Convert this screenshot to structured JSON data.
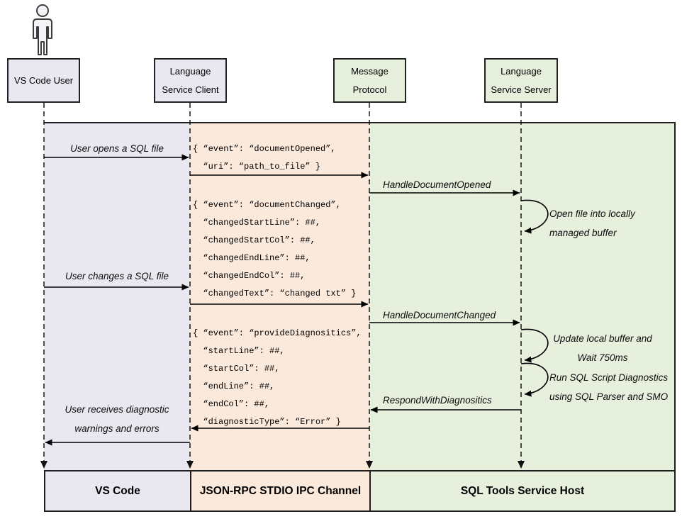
{
  "colors": {
    "lavender": "#E9E8F0",
    "peach": "#FBE9DC",
    "green": "#E7EFDD"
  },
  "actors": {
    "user": {
      "title": "VS Code User"
    },
    "client": {
      "line1": "Language",
      "line2": "Service Client"
    },
    "protocol": {
      "line1": "Message",
      "line2": "Protocol"
    },
    "server": {
      "line1": "Language",
      "line2": "Service Server"
    }
  },
  "labels": {
    "open_file": "User opens a SQL file",
    "change_file": "User changes a SQL file",
    "receive_line1": "User receives diagnostic",
    "receive_line2": "warnings and errors",
    "handle_opened": "HandleDocumentOpened",
    "handle_changed": "HandleDocumentChanged",
    "respond_diagnostics": "RespondWithDiagnositics",
    "note_open_line1": "Open file into locally",
    "note_open_line2": "managed buffer",
    "note_update_line1": "Update local buffer and",
    "note_update_line2": "Wait 750ms",
    "note_run_line1": "Run SQL Script Diagnostics",
    "note_run_line2": "using SQL Parser and SMO"
  },
  "json_messages": {
    "document_opened": {
      "lines": [
        "{ “event”: “documentOpened”,",
        "  “uri”: “path_to_file” }"
      ]
    },
    "document_changed": {
      "lines": [
        "{ “event”: “documentChanged”,",
        "  “changedStartLine”: ##,",
        "  “changedStartCol”: ##,",
        "  “changedEndLine”: ##,",
        "  “changedEndCol”: ##,",
        "  “changedText”: “changed txt” }"
      ]
    },
    "provide_diagnostics": {
      "lines": [
        "{ “event”: “provideDiagnositics”,",
        "  “startLine”: ##,",
        "  “startCol”: ##,",
        "  “endLine”: ##,",
        "  “endCol”: ##,",
        "  “diagnosticType”: “Error” }"
      ]
    }
  },
  "footer": {
    "vscode": "VS Code",
    "channel": "JSON-RPC STDIO IPC Channel",
    "host": "SQL Tools Service Host"
  }
}
